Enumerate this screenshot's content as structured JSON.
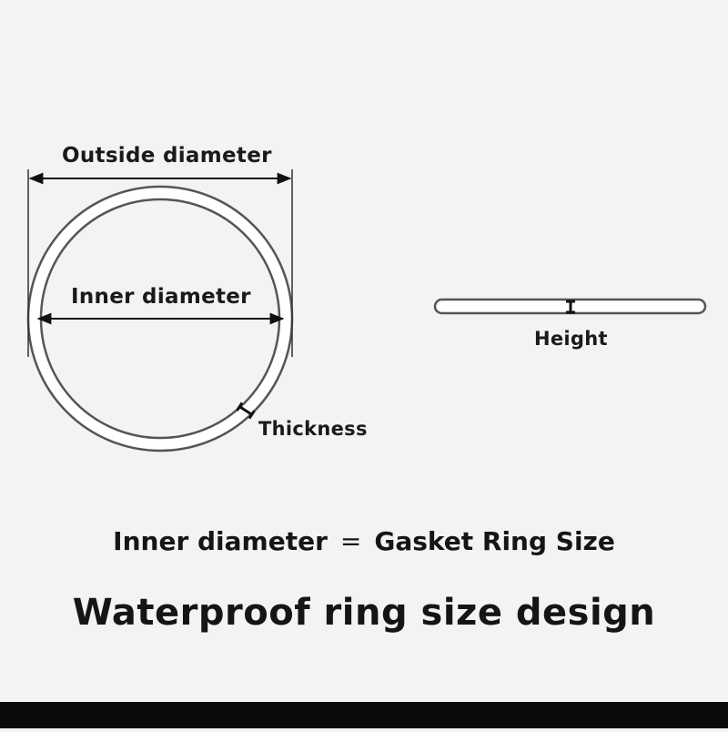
{
  "labels": {
    "outside_diameter": "Outside diameter",
    "inner_diameter": "Inner diameter",
    "thickness": "Thickness",
    "height": "Height"
  },
  "formula": {
    "left": "Inner diameter",
    "equals": "=",
    "right": "Gasket Ring Size"
  },
  "title": "Waterproof ring size design",
  "colors": {
    "background": "#f3f3f3",
    "line": "#111111",
    "ring_fill": "#ffffff",
    "bottom_bar": "#0a0a0a"
  }
}
